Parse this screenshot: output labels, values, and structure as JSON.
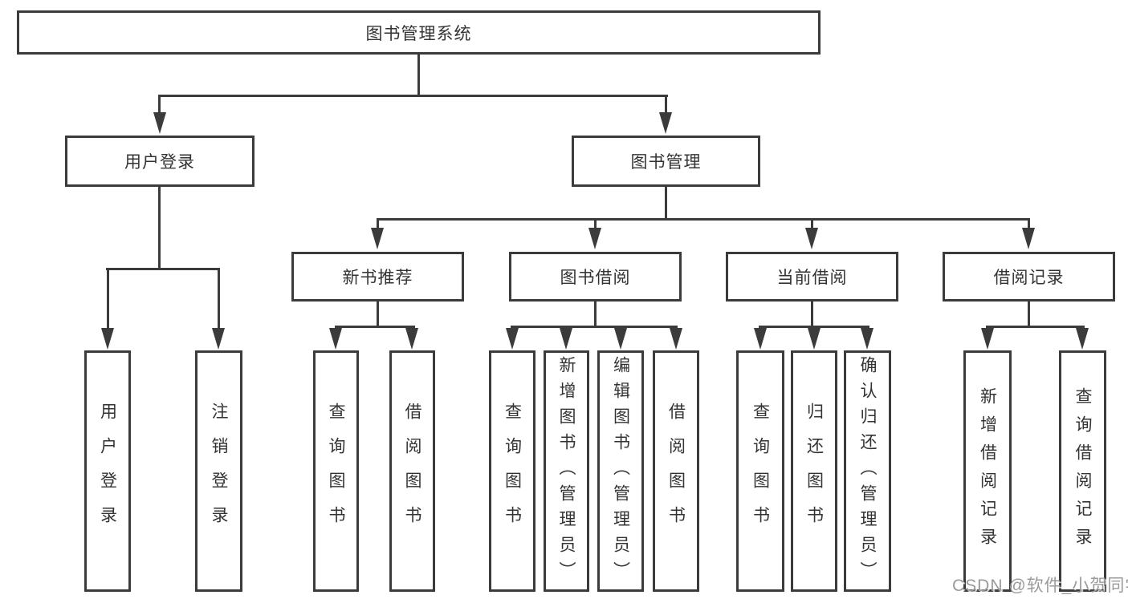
{
  "tree": {
    "root": {
      "label": "图书管理系统"
    },
    "branches": [
      {
        "label": "用户登录",
        "children": [
          {
            "label": "用户登录"
          },
          {
            "label": "注销登录"
          }
        ]
      },
      {
        "label": "图书管理",
        "children": [
          {
            "label": "新书推荐",
            "children": [
              {
                "label": "查询图书"
              },
              {
                "label": "借阅图书"
              }
            ]
          },
          {
            "label": "图书借阅",
            "children": [
              {
                "label": "查询图书"
              },
              {
                "label": "新增图书（管理员）"
              },
              {
                "label": "编辑图书（管理员）"
              },
              {
                "label": "借阅图书"
              }
            ]
          },
          {
            "label": "当前借阅",
            "children": [
              {
                "label": "查询图书"
              },
              {
                "label": "归还图书"
              },
              {
                "label": "确认归还（管理员）"
              }
            ]
          },
          {
            "label": "借阅记录",
            "children": [
              {
                "label": "新增借阅记录"
              },
              {
                "label": "查询借阅记录"
              }
            ]
          }
        ]
      }
    ]
  },
  "watermark": {
    "text": "CSDN @软件_小贺同学"
  },
  "colors": {
    "line": "#3b3b3b",
    "text": "#333333",
    "background": "#ffffff",
    "watermark": "#9a9a9a"
  }
}
